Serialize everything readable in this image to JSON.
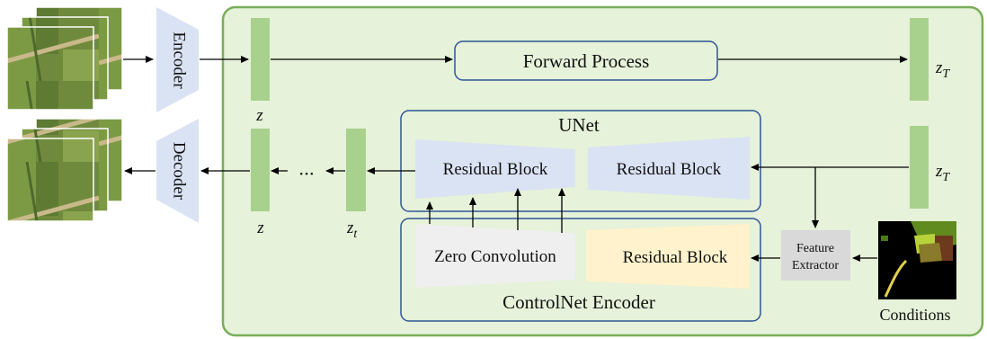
{
  "labels": {
    "encoder": "Encoder",
    "decoder": "Decoder",
    "forward_process": "Forward Process",
    "unet_title": "UNet",
    "residual_block": "Residual Block",
    "zero_convolution": "Zero Convolution",
    "controlnet_encoder": "ControlNet Encoder",
    "feature_extractor_line1": "Feature",
    "feature_extractor_line2": "Extractor",
    "conditions": "Conditions",
    "ellipsis": "•••",
    "z_symbol": "z",
    "zT_main": "z",
    "zT_sub": "T",
    "zt_main": "z",
    "zt_sub": "t"
  },
  "colors": {
    "panel_fill": "#e6f2d9",
    "panel_border": "#79ad59",
    "latent_bar": "#a9d18e",
    "trapezoid_blue": "#dae3f3",
    "zero_conv_gray": "#efefef",
    "residual_yellow": "#fff2cc",
    "feature_extractor_gray": "#d9d9d9",
    "box_border": "#2f5597",
    "arrow": "#000000"
  }
}
